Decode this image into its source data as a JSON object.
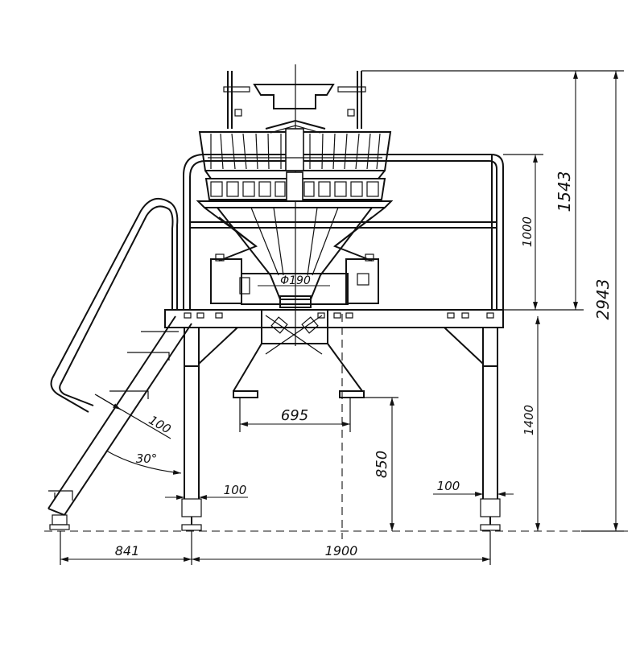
{
  "dimensions": {
    "h_top": "1543",
    "h_rail": "1000",
    "h_total": "2943",
    "h_platform": "1400",
    "h_discharge": "850",
    "w_discharge": "695",
    "dia_outlet": "Φ190",
    "step": "100",
    "angle": "30°",
    "leg_left": "100",
    "leg_right": "100",
    "w_stairs": "841",
    "w_frame": "1900"
  },
  "colors": {
    "ink": "#111111",
    "background": "#ffffff"
  }
}
